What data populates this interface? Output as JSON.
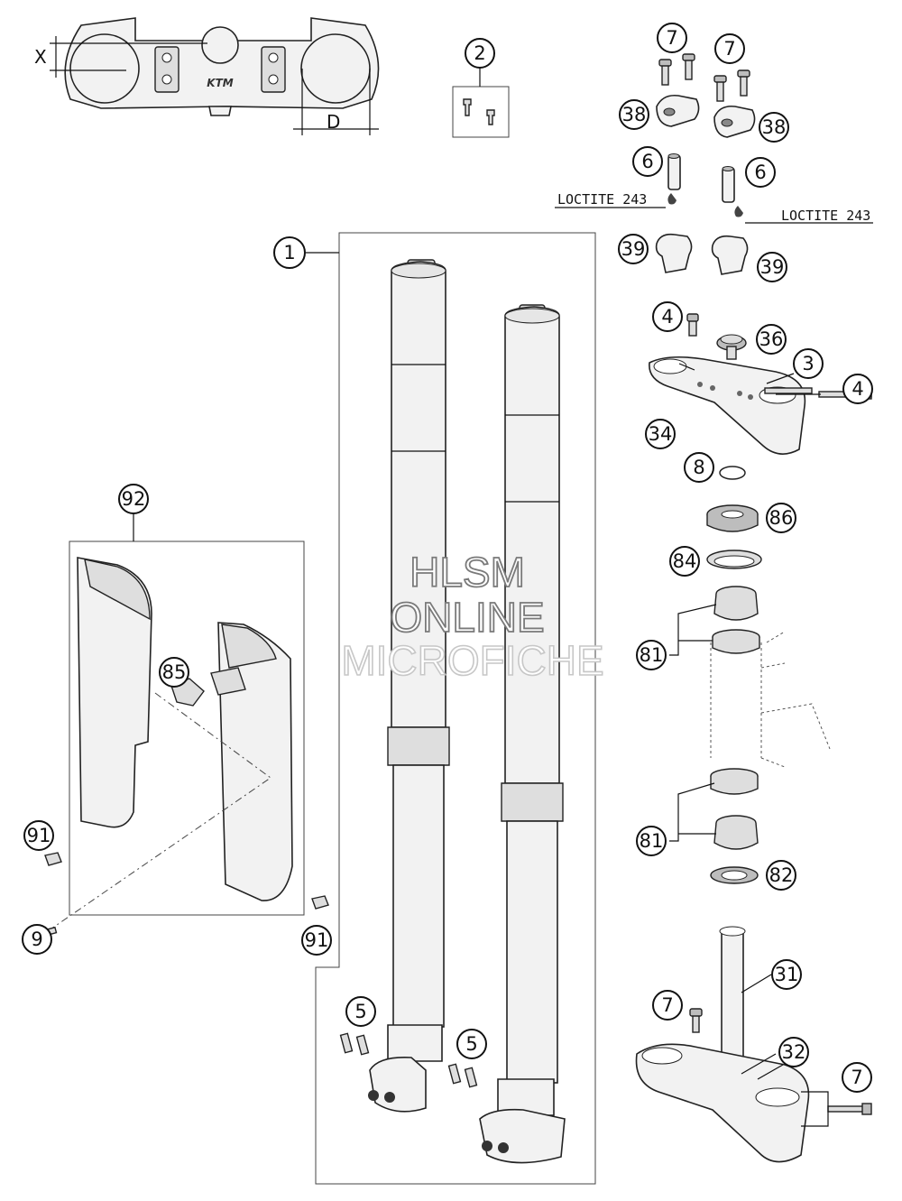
{
  "callouts": {
    "c1": "1",
    "c2": "2",
    "c3": "3",
    "c4a": "4",
    "c4b": "4",
    "c5a": "5",
    "c5b": "5",
    "c6a": "6",
    "c6b": "6",
    "c7a": "7",
    "c7b": "7",
    "c7c": "7",
    "c7d": "7",
    "c8": "8",
    "c9": "9",
    "c31": "31",
    "c32": "32",
    "c34": "34",
    "c36": "36",
    "c38a": "38",
    "c38b": "38",
    "c39a": "39",
    "c39b": "39",
    "c81a": "81",
    "c81b": "81",
    "c82": "82",
    "c84": "84",
    "c85": "85",
    "c86": "86",
    "c91a": "91",
    "c91b": "91",
    "c92": "92"
  },
  "labels": {
    "loctite_left": "LOCTITE 243",
    "loctite_right": "LOCTITE 243",
    "dim_x": "X",
    "dim_d": "D"
  },
  "watermark": {
    "line1": "HLSM",
    "line2": "ONLINE",
    "line3": "MICROFICHE"
  }
}
